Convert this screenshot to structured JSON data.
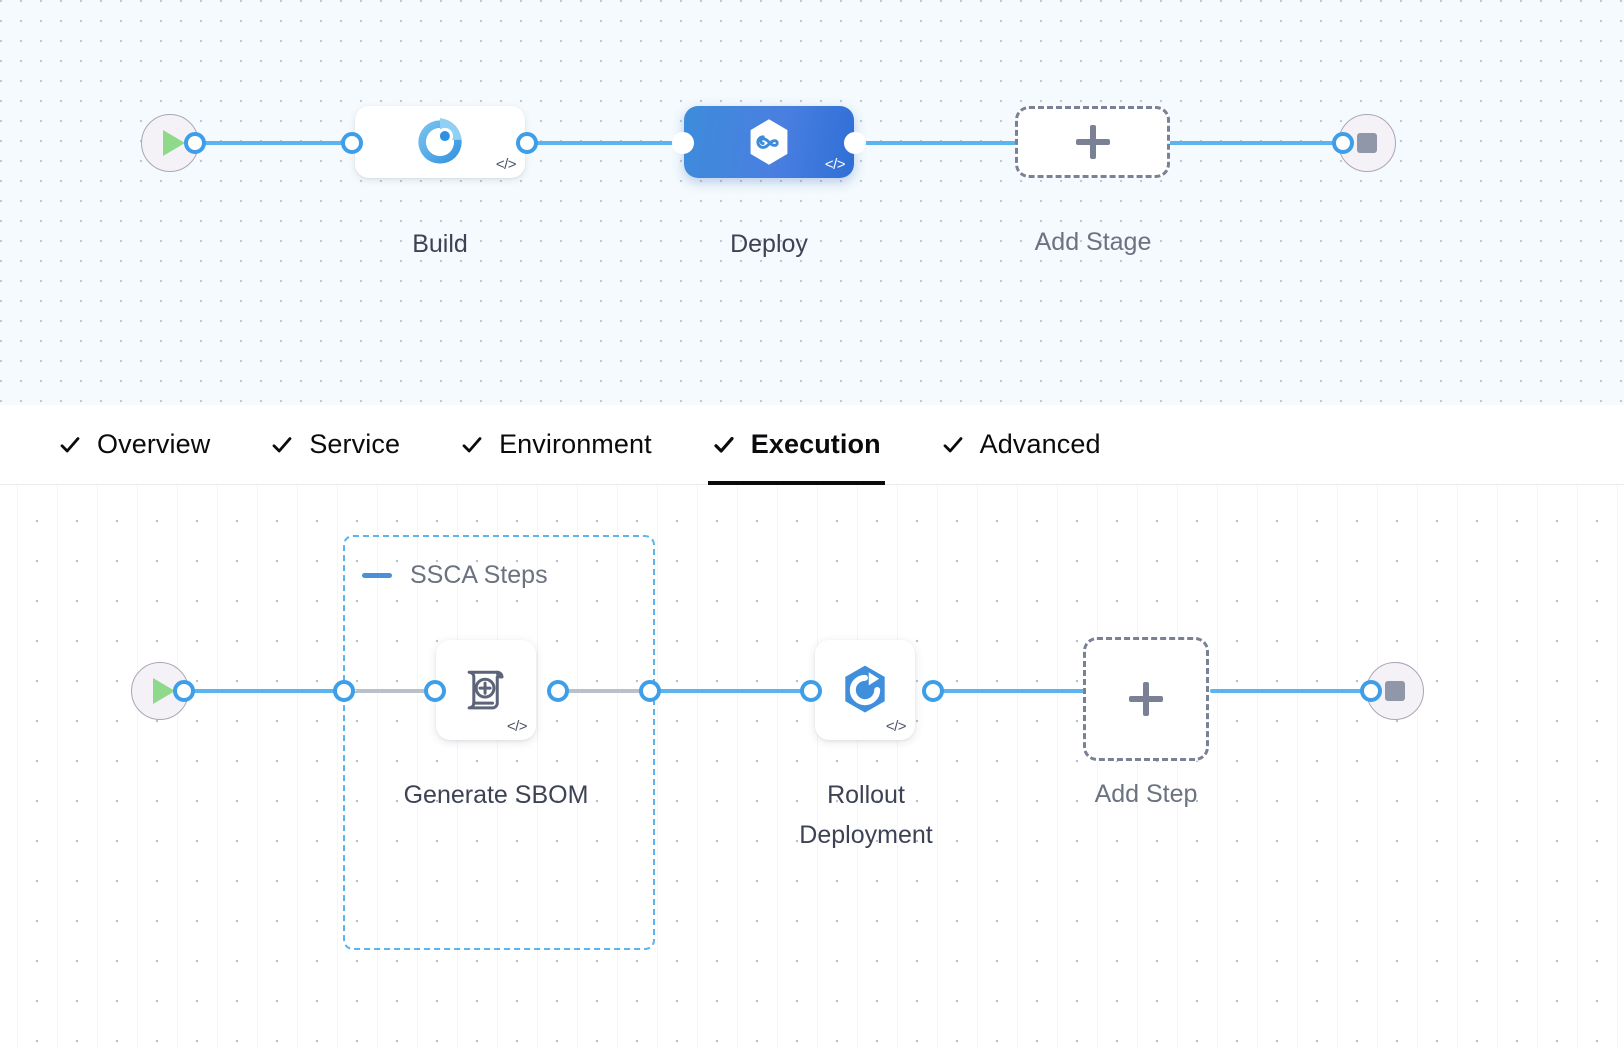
{
  "pipeline": {
    "stage_row": {
      "start_node": {
        "icon": "play-icon",
        "label": ""
      },
      "end_node": {
        "icon": "stop-icon",
        "label": ""
      },
      "stages": [
        {
          "name": "Build",
          "icon": "ci-build-icon",
          "selected": false,
          "badge": "</>"
        },
        {
          "name": "Deploy",
          "icon": "cd-hexagon-infinity-icon",
          "selected": true,
          "badge": "</>"
        }
      ],
      "add_stage": {
        "label": "Add Stage",
        "icon": "plus-icon"
      }
    },
    "tabs": [
      {
        "label": "Overview",
        "checked": true,
        "active": false
      },
      {
        "label": "Service",
        "checked": true,
        "active": false
      },
      {
        "label": "Environment",
        "checked": true,
        "active": false
      },
      {
        "label": "Execution",
        "checked": true,
        "active": true
      },
      {
        "label": "Advanced",
        "checked": true,
        "active": false
      }
    ],
    "step_row": {
      "start_node": {
        "icon": "play-icon"
      },
      "end_node": {
        "icon": "stop-icon"
      },
      "group": {
        "title": "SSCA Steps",
        "collapse_icon": "collapse-minus-icon",
        "expanded": true
      },
      "steps": [
        {
          "name": "Generate SBOM",
          "icon": "sbom-scroll-plus-icon",
          "badge": "</>",
          "in_group": true
        },
        {
          "name": "Rollout\nDeployment",
          "icon": "rollout-hexagon-arrow-icon",
          "badge": "</>",
          "in_group": false
        }
      ],
      "add_step": {
        "label": "Add Step",
        "icon": "plus-icon"
      }
    }
  },
  "colors": {
    "edge": "#5ab4ef",
    "edge_dashed": "#b8c0c9",
    "selected_stage": "#3d8cdc",
    "group_border": "#5ab4ef",
    "play": "#8fd98a",
    "stop": "#9097a9",
    "add_dashed": "#7b8194",
    "label": "#3d4355",
    "tab_active_underline": "#0b0b0d",
    "canvas_top_bg": "#f4fafd",
    "canvas_bottom_bg": "#ffffff"
  }
}
